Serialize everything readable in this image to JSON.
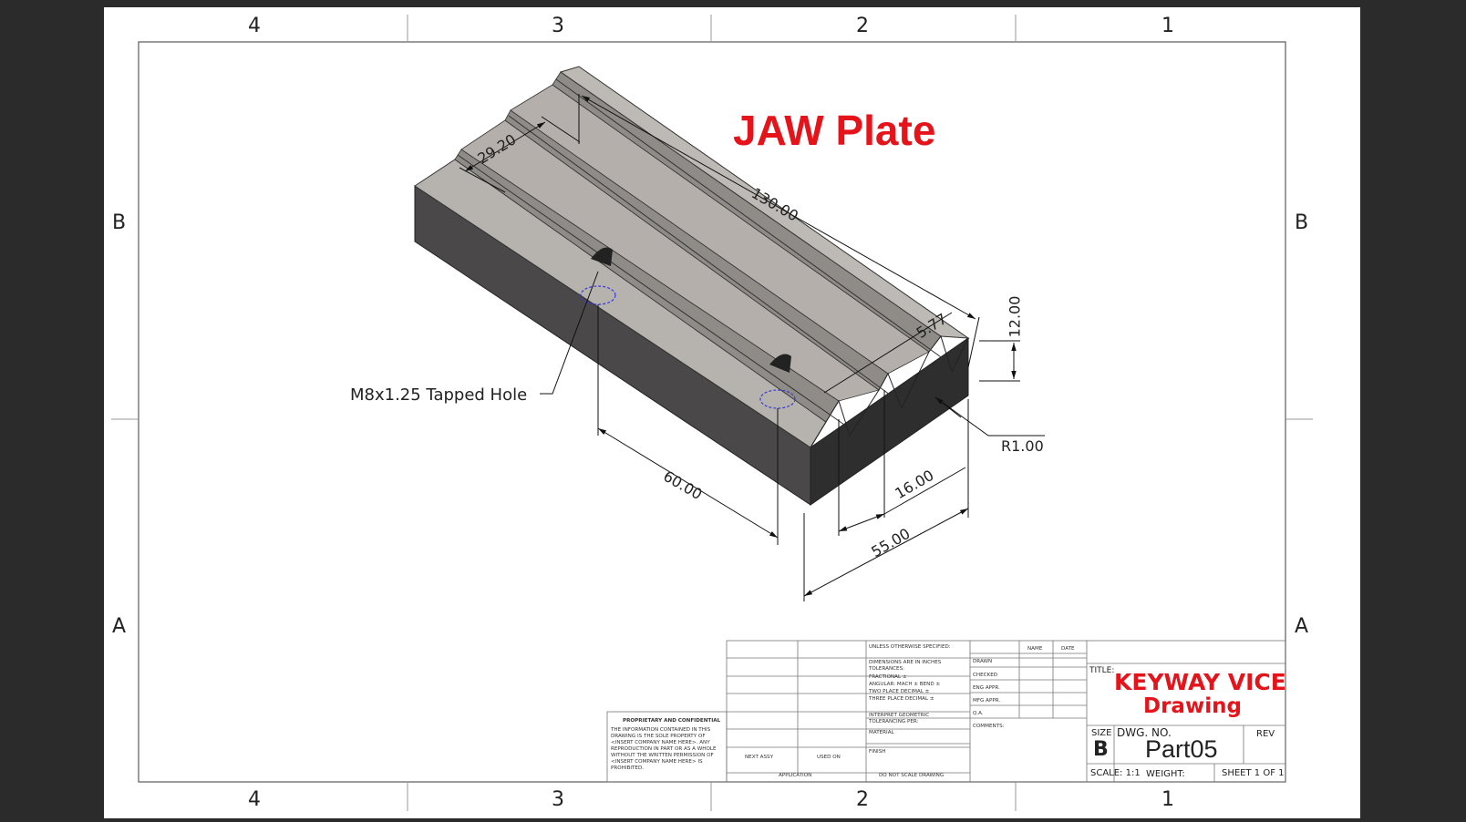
{
  "drawing_title": "JAW Plate",
  "zones": {
    "columns_top": [
      "4",
      "3",
      "2",
      "1"
    ],
    "columns_bottom": [
      "4",
      "3",
      "2",
      "1"
    ],
    "rows_left": [
      "B",
      "A"
    ],
    "rows_right": [
      "B",
      "A"
    ]
  },
  "dimensions": {
    "width": "29.20",
    "length": "130.00",
    "slot_offset": "5.77",
    "height": "12.00",
    "radius": "R1.00",
    "slot_pitch": "16.00",
    "hole_spacing": "60.00",
    "overall": "55.00"
  },
  "note": "M8x1.25 Tapped Hole",
  "title_block": {
    "unless": "UNLESS OTHERWISE SPECIFIED:",
    "dims_in": "DIMENSIONS ARE IN INCHES",
    "tolerances": "TOLERANCES:",
    "fractional": "FRACTIONAL ±",
    "angular": "ANGULAR: MACH ±   BEND ±",
    "two_place": "TWO PLACE DECIMAL   ±",
    "three_place": "THREE PLACE DECIMAL  ±",
    "interpret": "INTERPRET GEOMETRIC",
    "tolerancing": "TOLERANCING PER:",
    "material": "MATERIAL",
    "finish": "FINISH",
    "do_not_scale": "DO NOT SCALE DRAWING",
    "next_assy": "NEXT ASSY",
    "used_on": "USED ON",
    "application": "APPLICATION",
    "name_hdr": "NAME",
    "date_hdr": "DATE",
    "drawn": "DRAWN",
    "checked": "CHECKED",
    "eng_appr": "ENG APPR.",
    "mfg_appr": "MFG APPR.",
    "qa": "Q.A.",
    "comments": "COMMENTS:",
    "proprietary_title": "PROPRIETARY AND CONFIDENTIAL",
    "proprietary_lines": [
      "THE INFORMATION CONTAINED IN THIS",
      "DRAWING IS THE SOLE PROPERTY OF",
      "<INSERT COMPANY NAME HERE>. ANY",
      "REPRODUCTION IN PART OR AS A WHOLE",
      "WITHOUT THE WRITTEN PERMISSION OF",
      "<INSERT COMPANY NAME HERE> IS",
      "PROHIBITED."
    ],
    "title_label": "TITLE:",
    "title_line1": "KEYWAY VICE",
    "title_line2": "Drawing",
    "size_label": "SIZE",
    "size_value": "B",
    "dwg_no_label": "DWG.  NO.",
    "dwg_no": "Part05",
    "rev_label": "REV",
    "scale": "SCALE: 1:1",
    "weight": "WEIGHT:",
    "sheet": "SHEET 1 OF 1"
  }
}
